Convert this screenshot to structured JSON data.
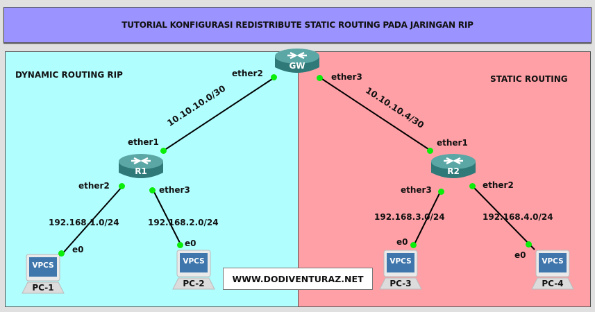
{
  "title": "TUTORIAL KONFIGURASI REDISTRIBUTE STATIC ROUTING PADA JARINGAN RIP",
  "zones": {
    "left": {
      "label": "DYNAMIC ROUTING RIP",
      "color": "#b1feff"
    },
    "right": {
      "label": "STATIC ROUTING",
      "color": "#ffa0a6"
    }
  },
  "colors": {
    "title_bg": "#9b93ff",
    "link_dot": "#0aee0a",
    "router": "#3d8b8a"
  },
  "routers": {
    "gw": {
      "name": "GW"
    },
    "r1": {
      "name": "R1"
    },
    "r2": {
      "name": "R2"
    }
  },
  "pcs": {
    "pc1": {
      "name": "PC-1",
      "screen": "VPCS"
    },
    "pc2": {
      "name": "PC-2",
      "screen": "VPCS"
    },
    "pc3": {
      "name": "PC-3",
      "screen": "VPCS"
    },
    "pc4": {
      "name": "PC-4",
      "screen": "VPCS"
    }
  },
  "interfaces": {
    "gw_ether2": "ether2",
    "gw_ether3": "ether3",
    "r1_ether1": "ether1",
    "r1_ether2": "ether2",
    "r1_ether3": "ether3",
    "r2_ether1": "ether1",
    "r2_ether2": "ether2",
    "r2_ether3": "ether3",
    "pc1_e0": "e0",
    "pc2_e0": "e0",
    "pc3_e0": "e0",
    "pc4_e0": "e0"
  },
  "networks": {
    "gw_r1": "10.10.10.0/30",
    "gw_r2": "10.10.10.4/30",
    "r1_pc1": "192.168.1.0/24",
    "r1_pc2": "192.168.2.0/24",
    "r2_pc3": "192.168.3.0/24",
    "r2_pc4": "192.168.4.0/24"
  },
  "website": "WWW.DODIVENTURAZ.NET"
}
